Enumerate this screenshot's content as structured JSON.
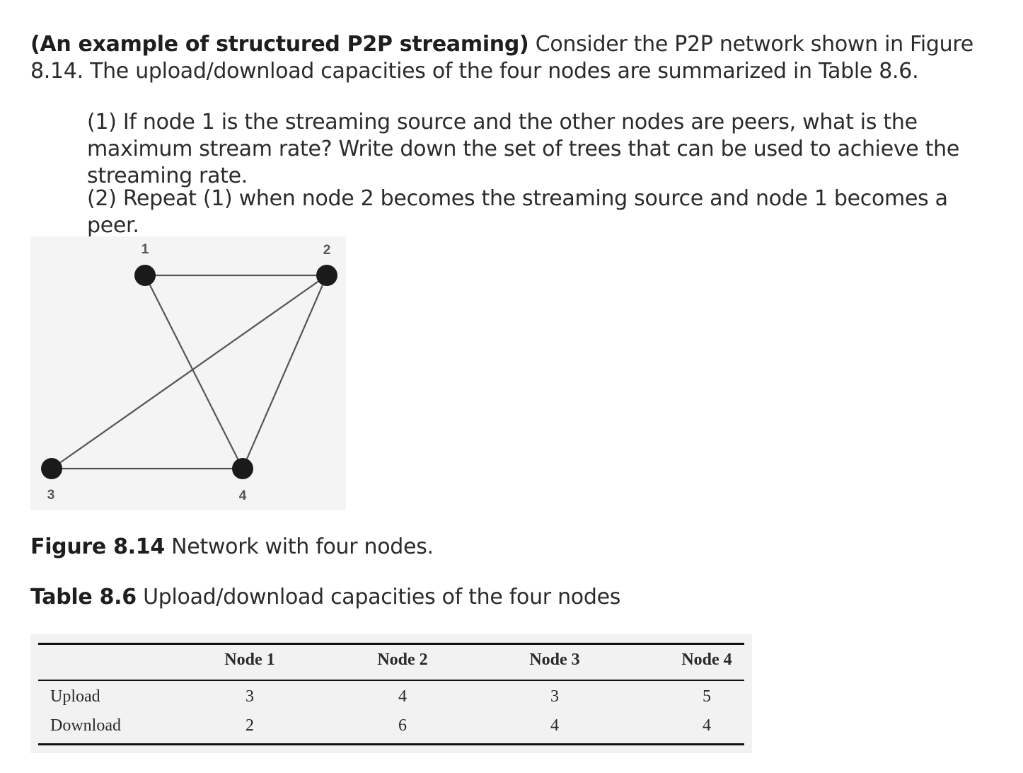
{
  "intro": {
    "bold": "(An example of structured P2P streaming)",
    "text": " Consider the P2P network shown in Figure 8.14. The upload/download capacities of the four nodes are summarized in Table 8.6."
  },
  "questions": [
    "(1) If node 1 is the streaming source and the other nodes are peers, what is the maximum stream rate? Write down the set of trees that can be used to achieve the streaming rate.",
    "(2) Repeat (1) when node 2 becomes the streaming source and node 1 becomes a peer."
  ],
  "figure": {
    "node_labels": [
      "1",
      "2",
      "3",
      "4"
    ],
    "edges": [
      [
        "1",
        "2"
      ],
      [
        "1",
        "4"
      ],
      [
        "2",
        "3"
      ],
      [
        "2",
        "4"
      ],
      [
        "3",
        "4"
      ]
    ],
    "caption_bold": "Figure 8.14",
    "caption_text": " Network with four nodes."
  },
  "table": {
    "caption_bold": "Table 8.6",
    "caption_text": " Upload/download capacities of the four nodes",
    "columns": [
      "Node 1",
      "Node 2",
      "Node 3",
      "Node 4"
    ],
    "rows": [
      {
        "label": "Upload",
        "values": [
          "3",
          "4",
          "3",
          "5"
        ]
      },
      {
        "label": "Download",
        "values": [
          "2",
          "6",
          "4",
          "4"
        ]
      }
    ]
  }
}
